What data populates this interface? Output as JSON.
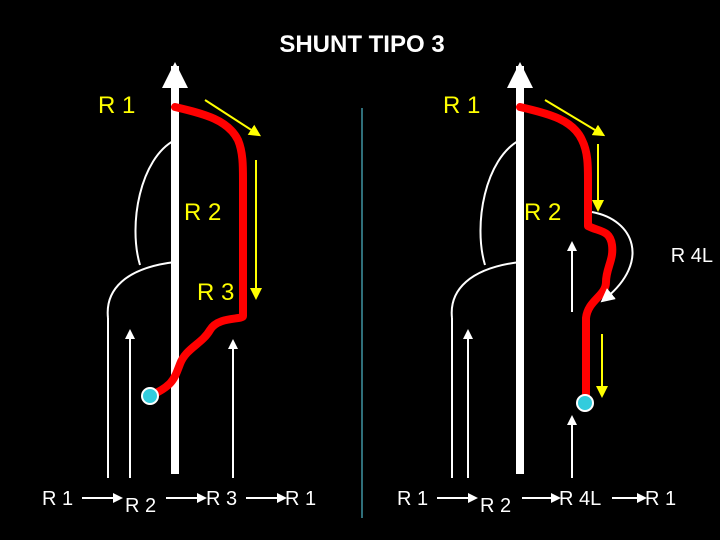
{
  "title": "SHUNT TIPO 3",
  "colors": {
    "background": "#000000",
    "shunt_path": "#ff0000",
    "flow_arrow": "#ffff00",
    "axis": "#ffffff",
    "endpoint": "#33ccdd",
    "divider": "#2f6f7a"
  },
  "left_panel": {
    "labels": {
      "r1": "R 1",
      "r2": "R 2",
      "r3": "R 3"
    },
    "sequence": [
      "R 1",
      "R 2",
      "R 3",
      "R 1"
    ]
  },
  "right_panel": {
    "labels": {
      "r1": "R 1",
      "r2": "R 2",
      "r4l": "R 4L"
    },
    "sequence": [
      "R 1",
      "R 2",
      "R 4L",
      "R 1"
    ]
  }
}
